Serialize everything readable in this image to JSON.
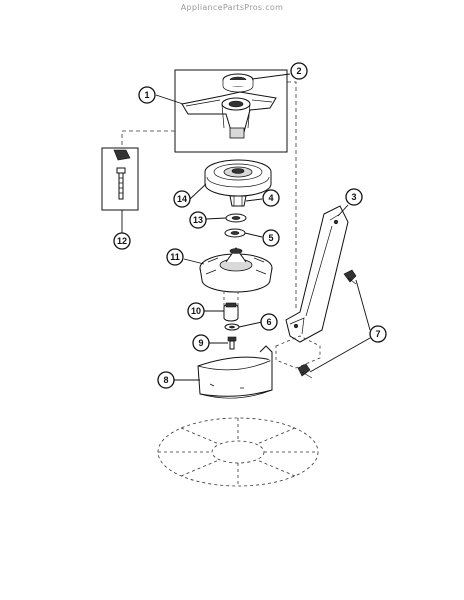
{
  "watermark": "AppliancePartsPros.com",
  "callouts": [
    {
      "id": "c1",
      "label": "1"
    },
    {
      "id": "c2",
      "label": "2"
    },
    {
      "id": "c3",
      "label": "3"
    },
    {
      "id": "c4",
      "label": "4"
    },
    {
      "id": "c5",
      "label": "5"
    },
    {
      "id": "c6",
      "label": "6"
    },
    {
      "id": "c7",
      "label": "7"
    },
    {
      "id": "c8",
      "label": "8"
    },
    {
      "id": "c9",
      "label": "9"
    },
    {
      "id": "c10",
      "label": "10"
    },
    {
      "id": "c11",
      "label": "11"
    },
    {
      "id": "c12",
      "label": "12"
    },
    {
      "id": "c13",
      "label": "13"
    },
    {
      "id": "c14",
      "label": "14"
    }
  ]
}
